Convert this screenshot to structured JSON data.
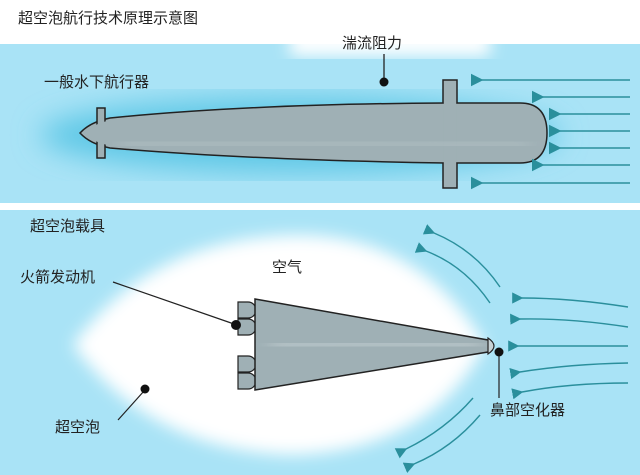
{
  "title": "超空泡航行技术原理示意图",
  "top_panel": {
    "vehicle_label": "一般水下航行器",
    "drag_label": "湍流阻力"
  },
  "bottom_panel": {
    "vehicle_label": "超空泡载具",
    "air_label": "空气",
    "engine_label": "火箭发动机",
    "bubble_label": "超空泡",
    "cavitator_label": "鼻部空化器"
  },
  "colors": {
    "water": "#a9e3f6",
    "turbulence": "#5fc8e6",
    "hull": "#9fb0b5",
    "arrow": "#2a8f9c",
    "bubble": "#ffffff"
  }
}
